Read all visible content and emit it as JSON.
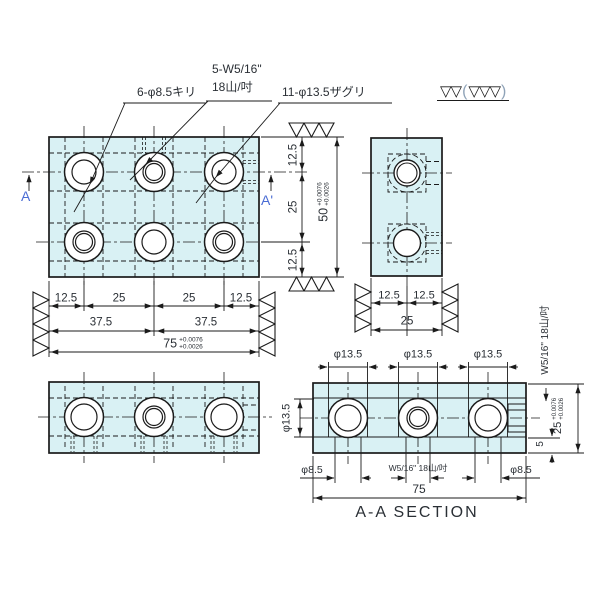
{
  "palette": {
    "background": "#ffffff",
    "plate_fill": "#d9f1f4",
    "line": "#1b1b1b",
    "dim_text": "#2a2f35",
    "marker_blue": "#4a6cd4",
    "bracket_gray": "#8fa3b8"
  },
  "callouts": {
    "drill": "6-φ8.5キリ",
    "tap_line1": "5-W5/16\"",
    "tap_line2": "18山/吋",
    "counterbore": "11-φ13.5ザグリ"
  },
  "surface_finish": {
    "primary": "▽▽",
    "bracket_open": "(",
    "secondary": "▽▽▽",
    "bracket_close": ")"
  },
  "section_markers": {
    "start": "A",
    "end": "A'"
  },
  "plan_view": {
    "width_dims": [
      "12.5",
      "25",
      "25",
      "12.5"
    ],
    "pitch_dims": [
      "37.5",
      "37.5"
    ],
    "overall_width": {
      "value": "75",
      "tol_upper": "+0.0076",
      "tol_lower": "+0.0026"
    },
    "height_dims": [
      "12.5",
      "25",
      "12.5"
    ],
    "overall_height": {
      "value": "50",
      "tol_upper": "+0.0076",
      "tol_lower": "+0.0026"
    }
  },
  "side_view": {
    "width_dims": [
      "12.5",
      "12.5"
    ],
    "overall_width": "25"
  },
  "section_view": {
    "title": "A-A  SECTION",
    "counterbore_dims": [
      "φ13.5",
      "φ13.5",
      "φ13.5"
    ],
    "counterbore_side": "φ13.5",
    "drill_left": "φ8.5",
    "tap_bottom": "W5/16\" 18山/吋",
    "drill_right": "φ8.5",
    "overall_width": "75",
    "tap_side": "W5/16\" 18山/吋",
    "overall_height": {
      "value": "25",
      "tol_upper": "+0.0076",
      "tol_lower": "+0.0026"
    },
    "edge_depth": "5"
  }
}
